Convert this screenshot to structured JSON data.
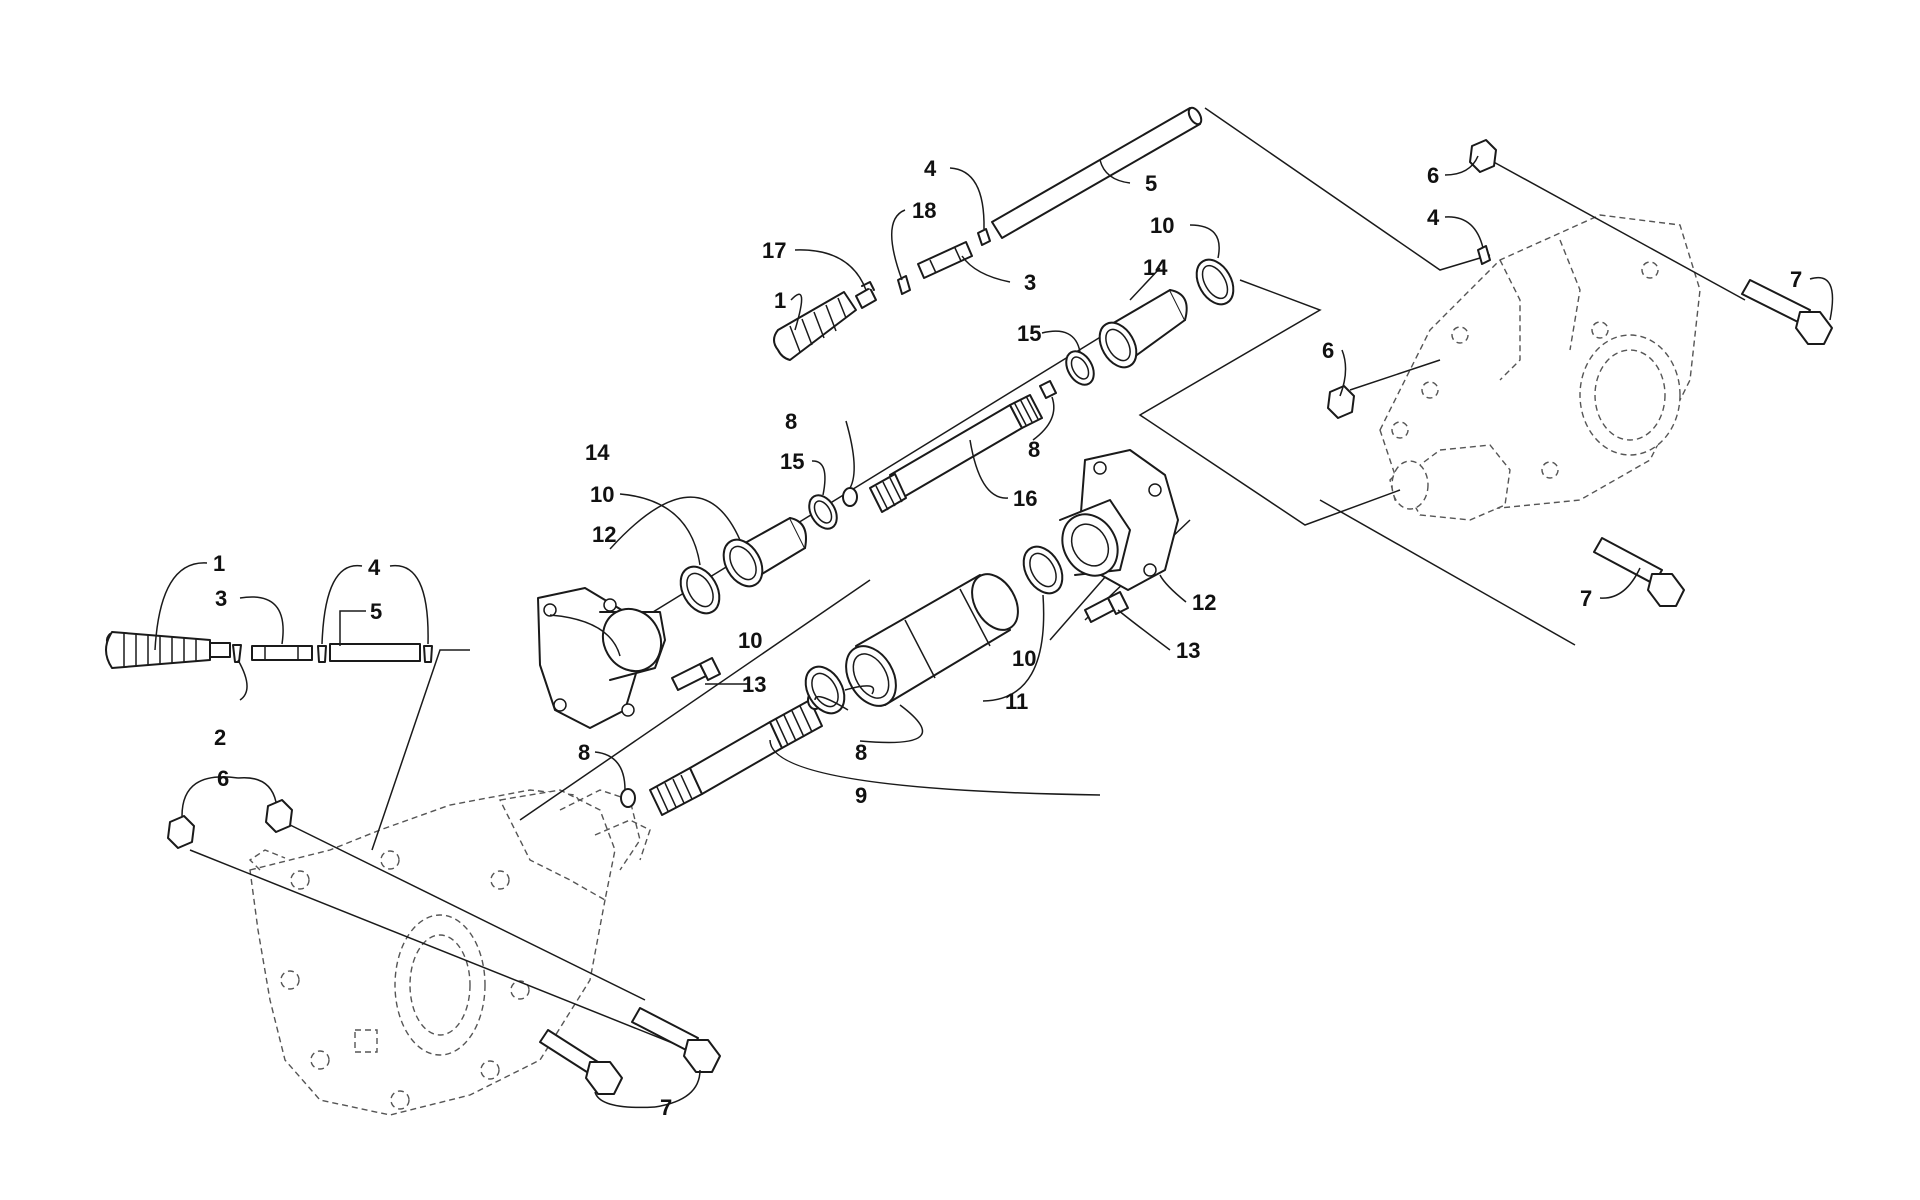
{
  "callouts": {
    "c1a": "1",
    "c2": "2",
    "c3a": "3",
    "c4a": "4",
    "c5a": "5",
    "c6a": "6",
    "c7a": "7",
    "c8a": "8",
    "c9": "9",
    "c10a": "10",
    "c10b": "10",
    "c10c": "10",
    "c11": "11",
    "c12a": "12",
    "c12b": "12",
    "c13a": "13",
    "c13b": "13",
    "c14a": "14",
    "c15a": "15",
    "c16": "16",
    "c8b": "8",
    "c8c": "8",
    "c15b": "15",
    "c14b": "14",
    "c10d": "10",
    "c1b": "1",
    "c17": "17",
    "c18": "18",
    "c4b": "4",
    "c3b": "3",
    "c5b": "5",
    "c6b": "6",
    "c4c": "4",
    "c7b": "7",
    "c6c": "6",
    "c7c": "7"
  }
}
